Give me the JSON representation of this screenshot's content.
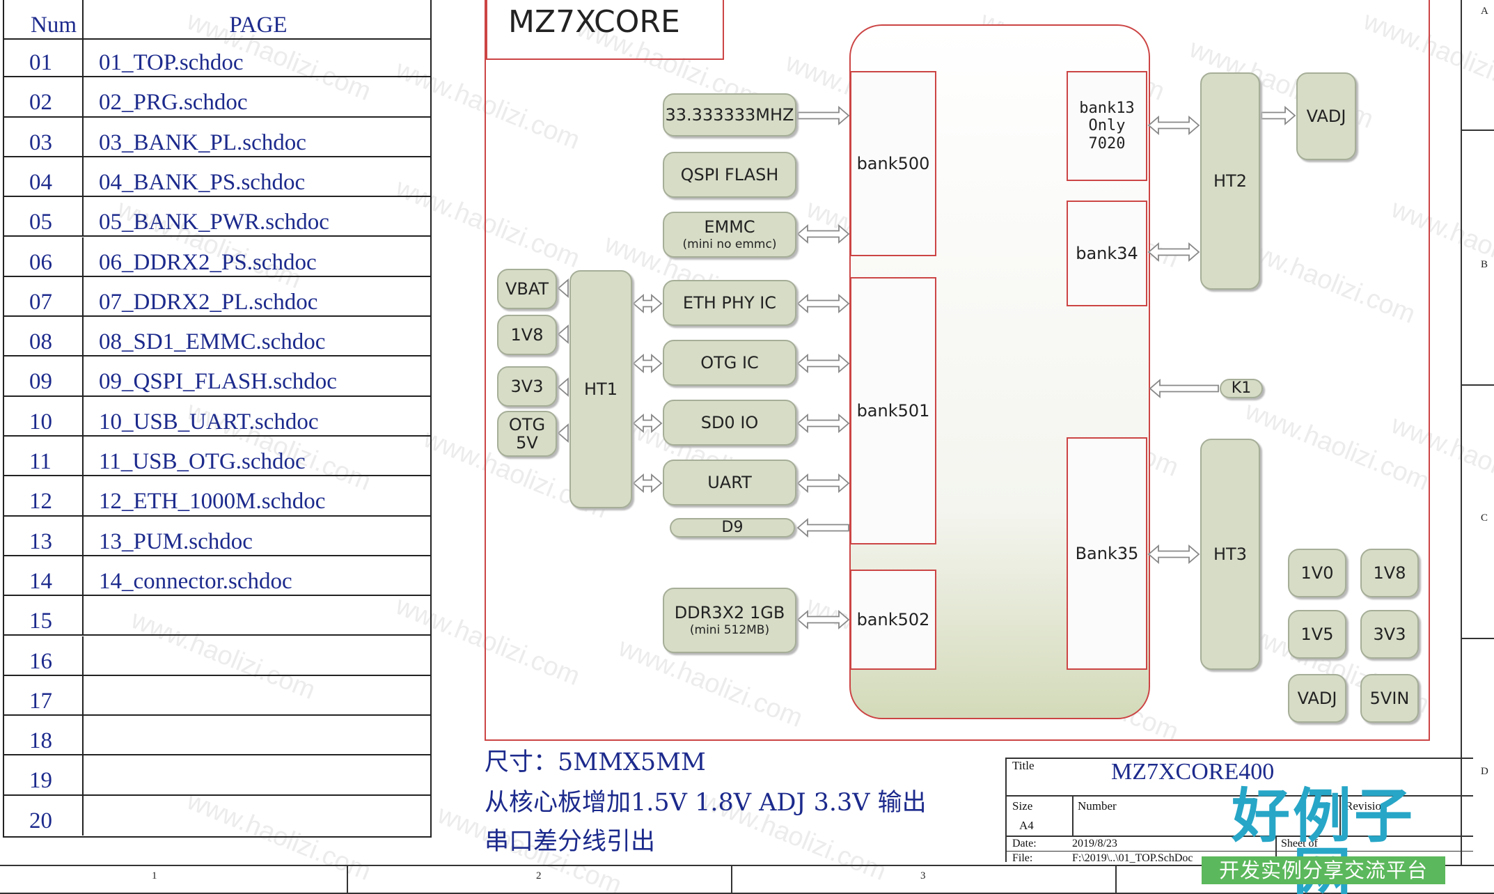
{
  "table": {
    "header_num": "Num",
    "header_page": "PAGE",
    "rows": [
      {
        "num": "01",
        "page": "01_TOP.schdoc"
      },
      {
        "num": "02",
        "page": "02_PRG.schdoc"
      },
      {
        "num": "03",
        "page": "03_BANK_PL.schdoc"
      },
      {
        "num": "04",
        "page": "04_BANK_PS.schdoc"
      },
      {
        "num": "05",
        "page": "05_BANK_PWR.schdoc"
      },
      {
        "num": "06",
        "page": "06_DDRX2_PS.schdoc"
      },
      {
        "num": "07",
        "page": "07_DDRX2_PL.schdoc"
      },
      {
        "num": "08",
        "page": "08_SD1_EMMC.schdoc"
      },
      {
        "num": "09",
        "page": "09_QSPI_FLASH.schdoc"
      },
      {
        "num": "10",
        "page": "10_USB_UART.schdoc"
      },
      {
        "num": "11",
        "page": "11_USB_OTG.schdoc"
      },
      {
        "num": "12",
        "page": "12_ETH_1000M.schdoc"
      },
      {
        "num": "13",
        "page": "13_PUM.schdoc"
      },
      {
        "num": "14",
        "page": "14_connector.schdoc"
      },
      {
        "num": "15",
        "page": ""
      },
      {
        "num": "16",
        "page": ""
      },
      {
        "num": "17",
        "page": ""
      },
      {
        "num": "18",
        "page": ""
      },
      {
        "num": "19",
        "page": ""
      },
      {
        "num": "20",
        "page": ""
      }
    ]
  },
  "diagram": {
    "title": "MZ7XCORE",
    "left_blocks": {
      "osc": "33.333333MHZ",
      "qspi": "QSPI FLASH",
      "emmc": "EMMC",
      "emmc_sub": "(mini no emmc)",
      "eth": "ETH PHY IC",
      "otg": "OTG IC",
      "sd0": "SD0 IO",
      "uart": "UART",
      "d9": "D9",
      "ddr": "DDR3X2 1GB",
      "ddr_sub": "(mini 512MB)"
    },
    "power_left": {
      "vbat": "VBAT",
      "v1v8": "1V8",
      "v3v3": "3V3",
      "otg5v": "OTG\n5V"
    },
    "ht1": "HT1",
    "ht2": "HT2",
    "ht3": "HT3",
    "banks": {
      "bank500": "bank500",
      "bank501": "bank501",
      "bank502": "bank502",
      "bank13": "bank13\nOnly\n7020",
      "bank34": "bank34",
      "bank35": "Bank35"
    },
    "vadj_top": "VADJ",
    "k1": "K1",
    "power_right": [
      "1V0",
      "1V8",
      "1V5",
      "3V3",
      "VADJ",
      "5VIN"
    ]
  },
  "notes": [
    "尺寸：5MMX5MM",
    "从核心板增加1.5V 1.8V ADJ 3.3V 输出",
    "串口差分线引出"
  ],
  "title_block": {
    "title_label": "Title",
    "title_value": "MZ7XCORE400",
    "size_label": "Size",
    "size_value": "A4",
    "number_label": "Number",
    "revision_label": "Revision",
    "date_label": "Date:",
    "date_value": "2019/8/23",
    "file_label": "File:",
    "file_value": "F:\\2019\\..\\01_TOP.SchDoc",
    "sheet_label": "Sheet   of"
  },
  "frame": {
    "bottom_zones": [
      "1",
      "2",
      "3"
    ],
    "side_zones": [
      "A",
      "B",
      "C",
      "D"
    ]
  },
  "watermark": "www.haolizi.com",
  "logo": {
    "main": "好例子网",
    "sub": "开发实例分享交流平台"
  },
  "colors": {
    "border_red": "#cc4444",
    "block_fill": "#d6dcc6",
    "table_text": "#1c2a8c",
    "logo_blue": "#27a6c7",
    "logo_green": "#5cb85c"
  }
}
